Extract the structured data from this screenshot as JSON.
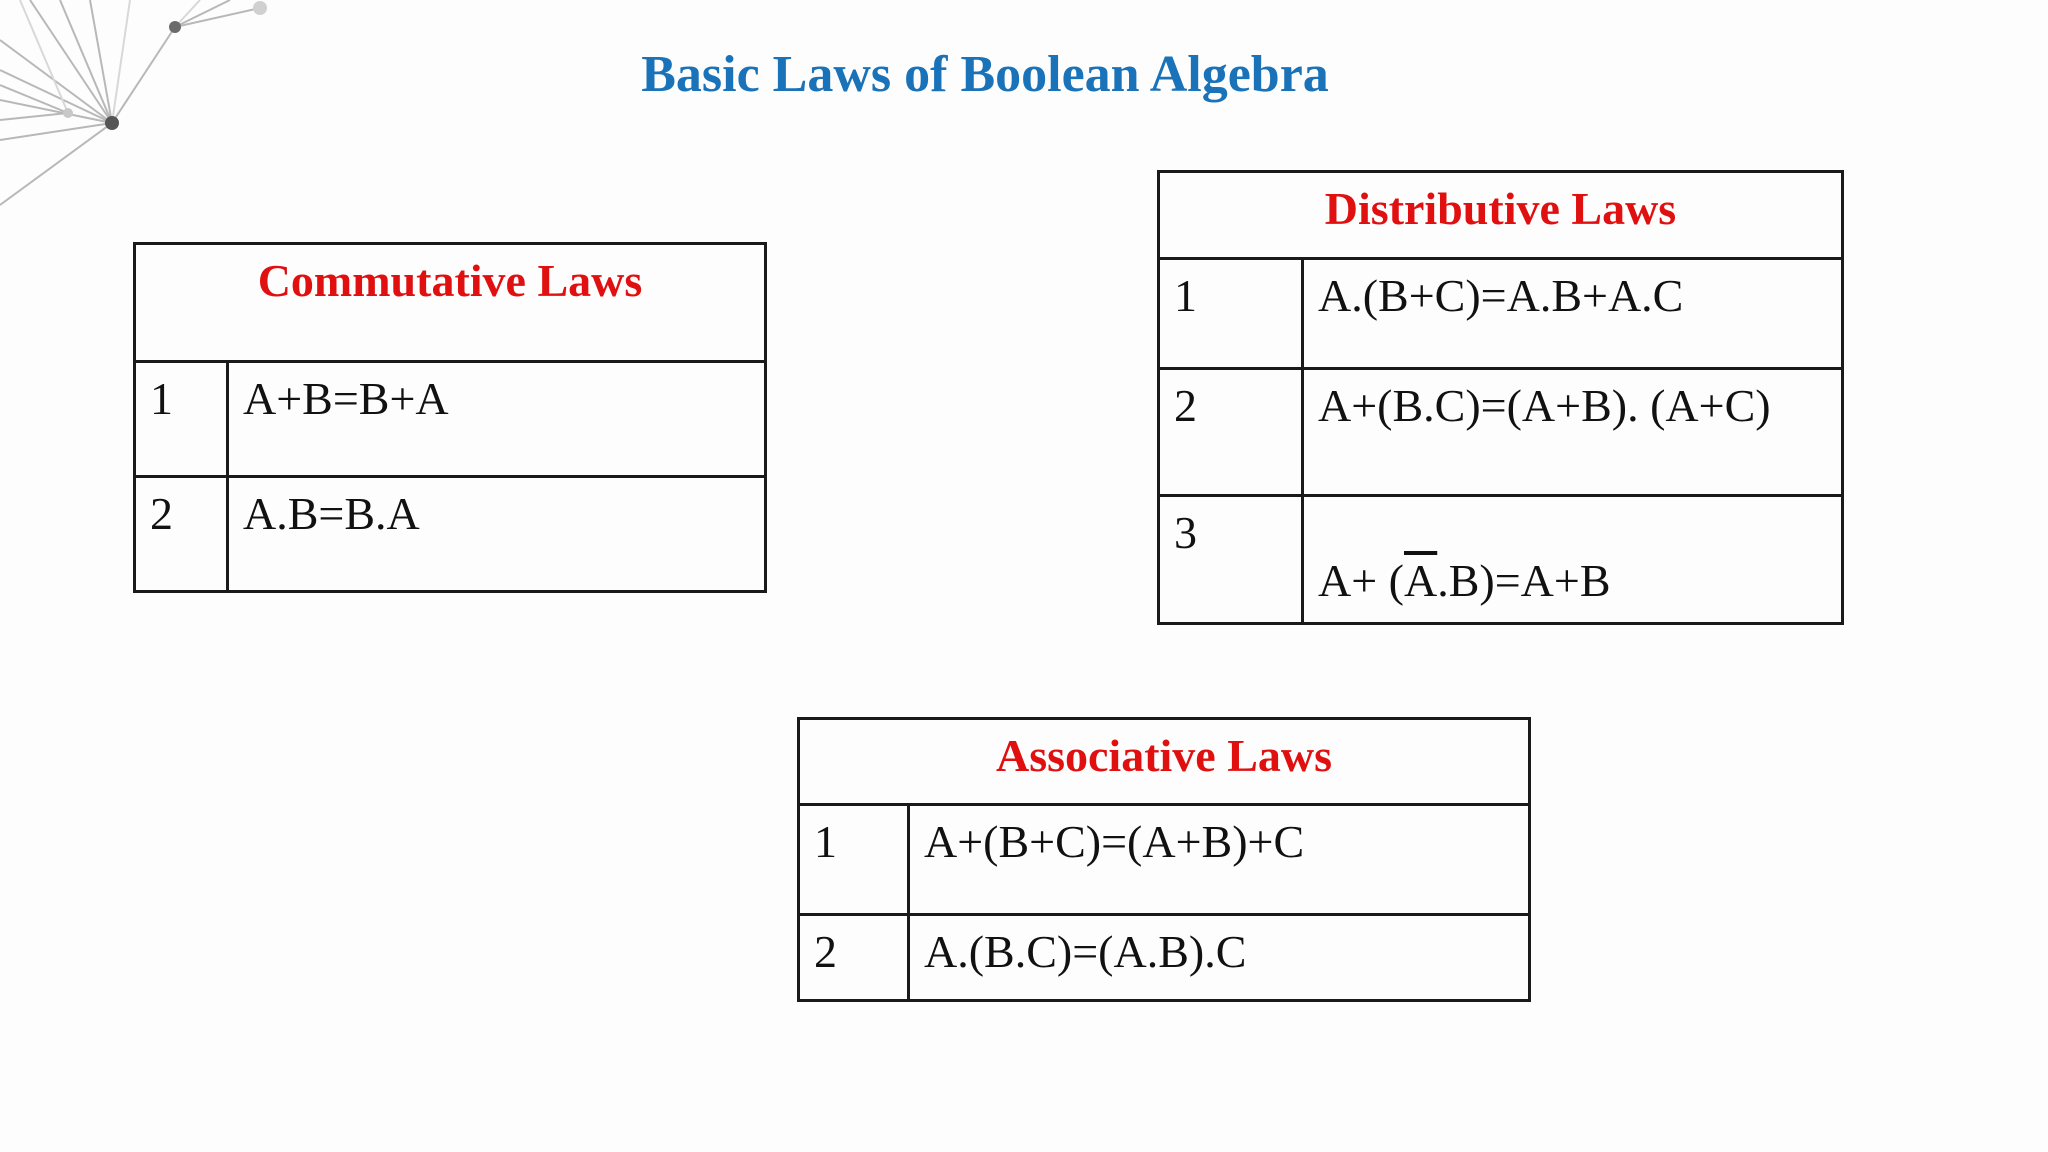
{
  "title": "Basic Laws of Boolean Algebra",
  "colors": {
    "title": "#1a73b8",
    "table_heading": "#e01010",
    "text": "#111111",
    "border": "#1a1a1a"
  },
  "tables": {
    "commutative": {
      "heading": "Commutative Laws",
      "rows": [
        {
          "num": "1",
          "law": "A+B=B+A"
        },
        {
          "num": "2",
          "law": "A.B=B.A"
        }
      ]
    },
    "distributive": {
      "heading": "Distributive Laws",
      "rows": [
        {
          "num": "1",
          "law": "A.(B+C)=A.B+A.C"
        },
        {
          "num": "2",
          "law": "A+(B.C)=(A+B). (A+C)"
        },
        {
          "num": "3",
          "law_prefix": "A+ (",
          "law_overbar": "A",
          "law_suffix": ".B)=A+B"
        }
      ]
    },
    "associative": {
      "heading": "Associative Laws",
      "rows": [
        {
          "num": "1",
          "law": "A+(B+C)=(A+B)+C"
        },
        {
          "num": "2",
          "law": "A.(B.C)=(A.B).C"
        }
      ]
    }
  }
}
